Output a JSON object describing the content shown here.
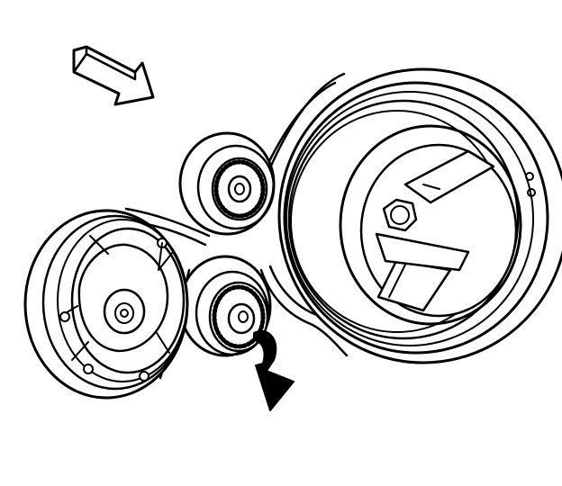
{
  "diagram": {
    "colors": {
      "line": "#000000",
      "background": "#ffffff"
    },
    "parts": [
      "direction-arrow",
      "crankshaft-pulley",
      "crankshaft-bolt",
      "idler-pulley",
      "belt-tensioner-pulley",
      "compressor-clutch-pulley",
      "drive-belt",
      "rotation-arrow"
    ]
  }
}
